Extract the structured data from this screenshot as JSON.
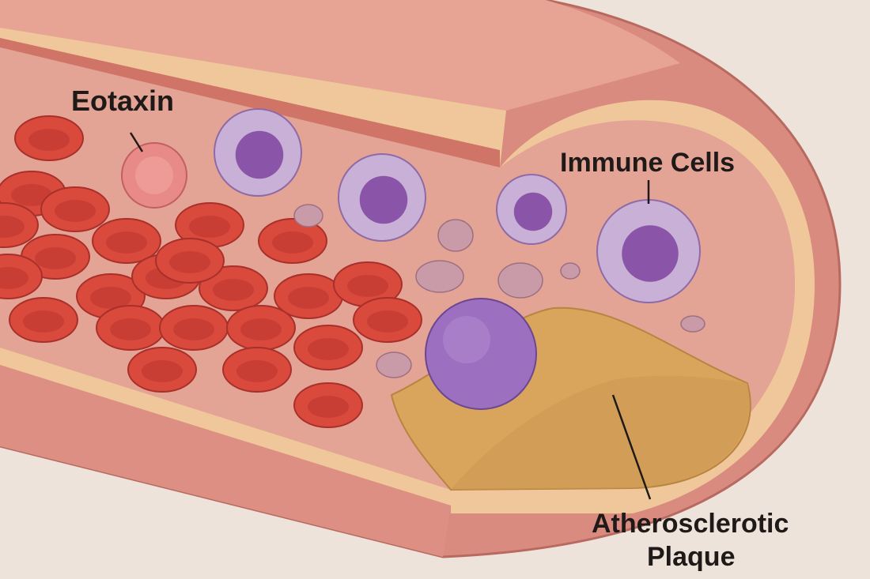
{
  "labels": {
    "eotaxin": "Eotaxin",
    "immune_cells": "Immune Cells",
    "plaque_line1": "Atherosclerotic",
    "plaque_line2": "Plaque"
  },
  "colors": {
    "background": "#eee3da",
    "vessel_wall": "#d98b80",
    "lumen": "#e3a496",
    "red_blood_cell": "#d9493c",
    "immune_cell": "#c9b0d6",
    "nucleus": "#8a55a8",
    "eotaxin": "#e88a88",
    "plaque": "#d9a45c"
  }
}
